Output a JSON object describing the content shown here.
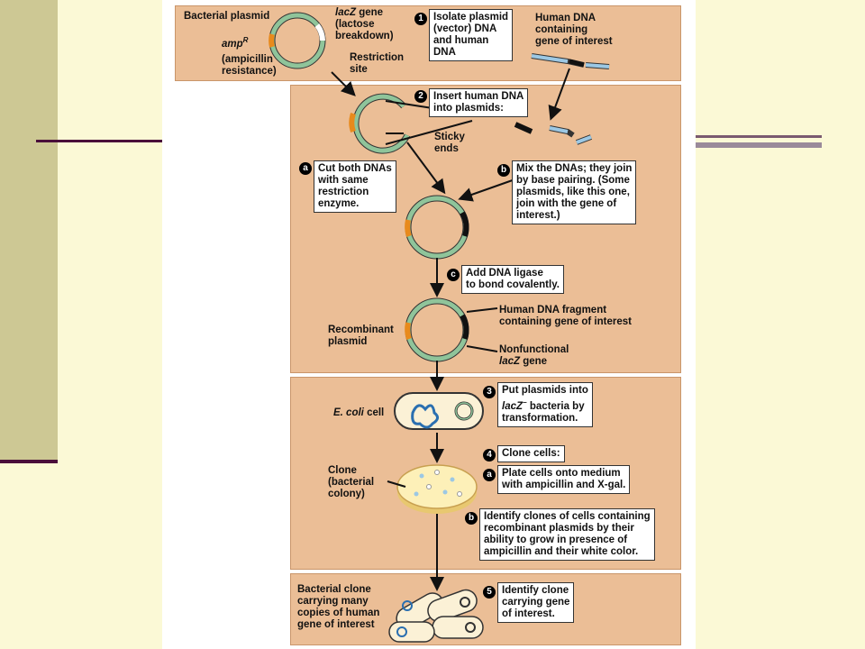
{
  "step1": {
    "num": "1",
    "text": "Isolate plasmid\n(vector) DNA\nand human\nDNA",
    "plasmid_label": "Bacterial plasmid",
    "amp_label": "amp",
    "amp_sup": "R",
    "amp_desc": "(ampicillin\nresistance)",
    "lacz_label": "lacZ",
    "lacz_rest": " gene\n(lactose\nbreakdown)",
    "restriction_label": "Restriction\nsite",
    "human_dna_label": "Human DNA\ncontaining\ngene of interest"
  },
  "step2": {
    "num": "2",
    "text": "Insert human DNA\ninto plasmids:",
    "sticky_ends": "Sticky\nends",
    "a_num": "a",
    "a_text": "Cut both DNAs\nwith same\nrestriction\nenzyme.",
    "b_num": "b",
    "b_text": "Mix the DNAs; they join\nby base pairing. (Some\nplasmids, like this one,\njoin with the gene of\ninterest.)",
    "c_num": "c",
    "c_text": "Add DNA ligase\nto bond covalently.",
    "recombinant_label": "Recombinant\nplasmid",
    "fragment_label": "Human DNA fragment\ncontaining gene of interest",
    "nonfunctional_label": "Nonfunctional",
    "nonfunctional_gene": "lacZ",
    "nonfunctional_rest": " gene"
  },
  "step3": {
    "num": "3",
    "text_1": "Put plasmids into",
    "text_lacz": "lacZ",
    "text_sup": "−",
    "text_2": " bacteria by",
    "text_3": "transformation.",
    "ecoli": "E. coli",
    "cell": " cell"
  },
  "step4": {
    "num": "4",
    "text": "Clone cells:",
    "clone_label": "Clone\n(bacterial\ncolony)",
    "a_num": "a",
    "a_text": "Plate cells onto medium\nwith ampicillin and X-gal.",
    "b_num": "b",
    "b_text": "Identify clones of cells containing\nrecombinant plasmids by their\nability to grow in presence of\nampicillin and their white color."
  },
  "step5": {
    "num": "5",
    "text": "Identify clone\ncarrying gene\nof interest.",
    "clone_label": "Bacterial clone\ncarrying many\ncopies of human\ngene of interest"
  },
  "colors": {
    "background": "#fbf9d6",
    "panel": "#ebbe96",
    "plasmid_green": "#8fc49a",
    "amp_orange": "#e88a1c",
    "human_dna_blue": "#9cc8e4"
  }
}
